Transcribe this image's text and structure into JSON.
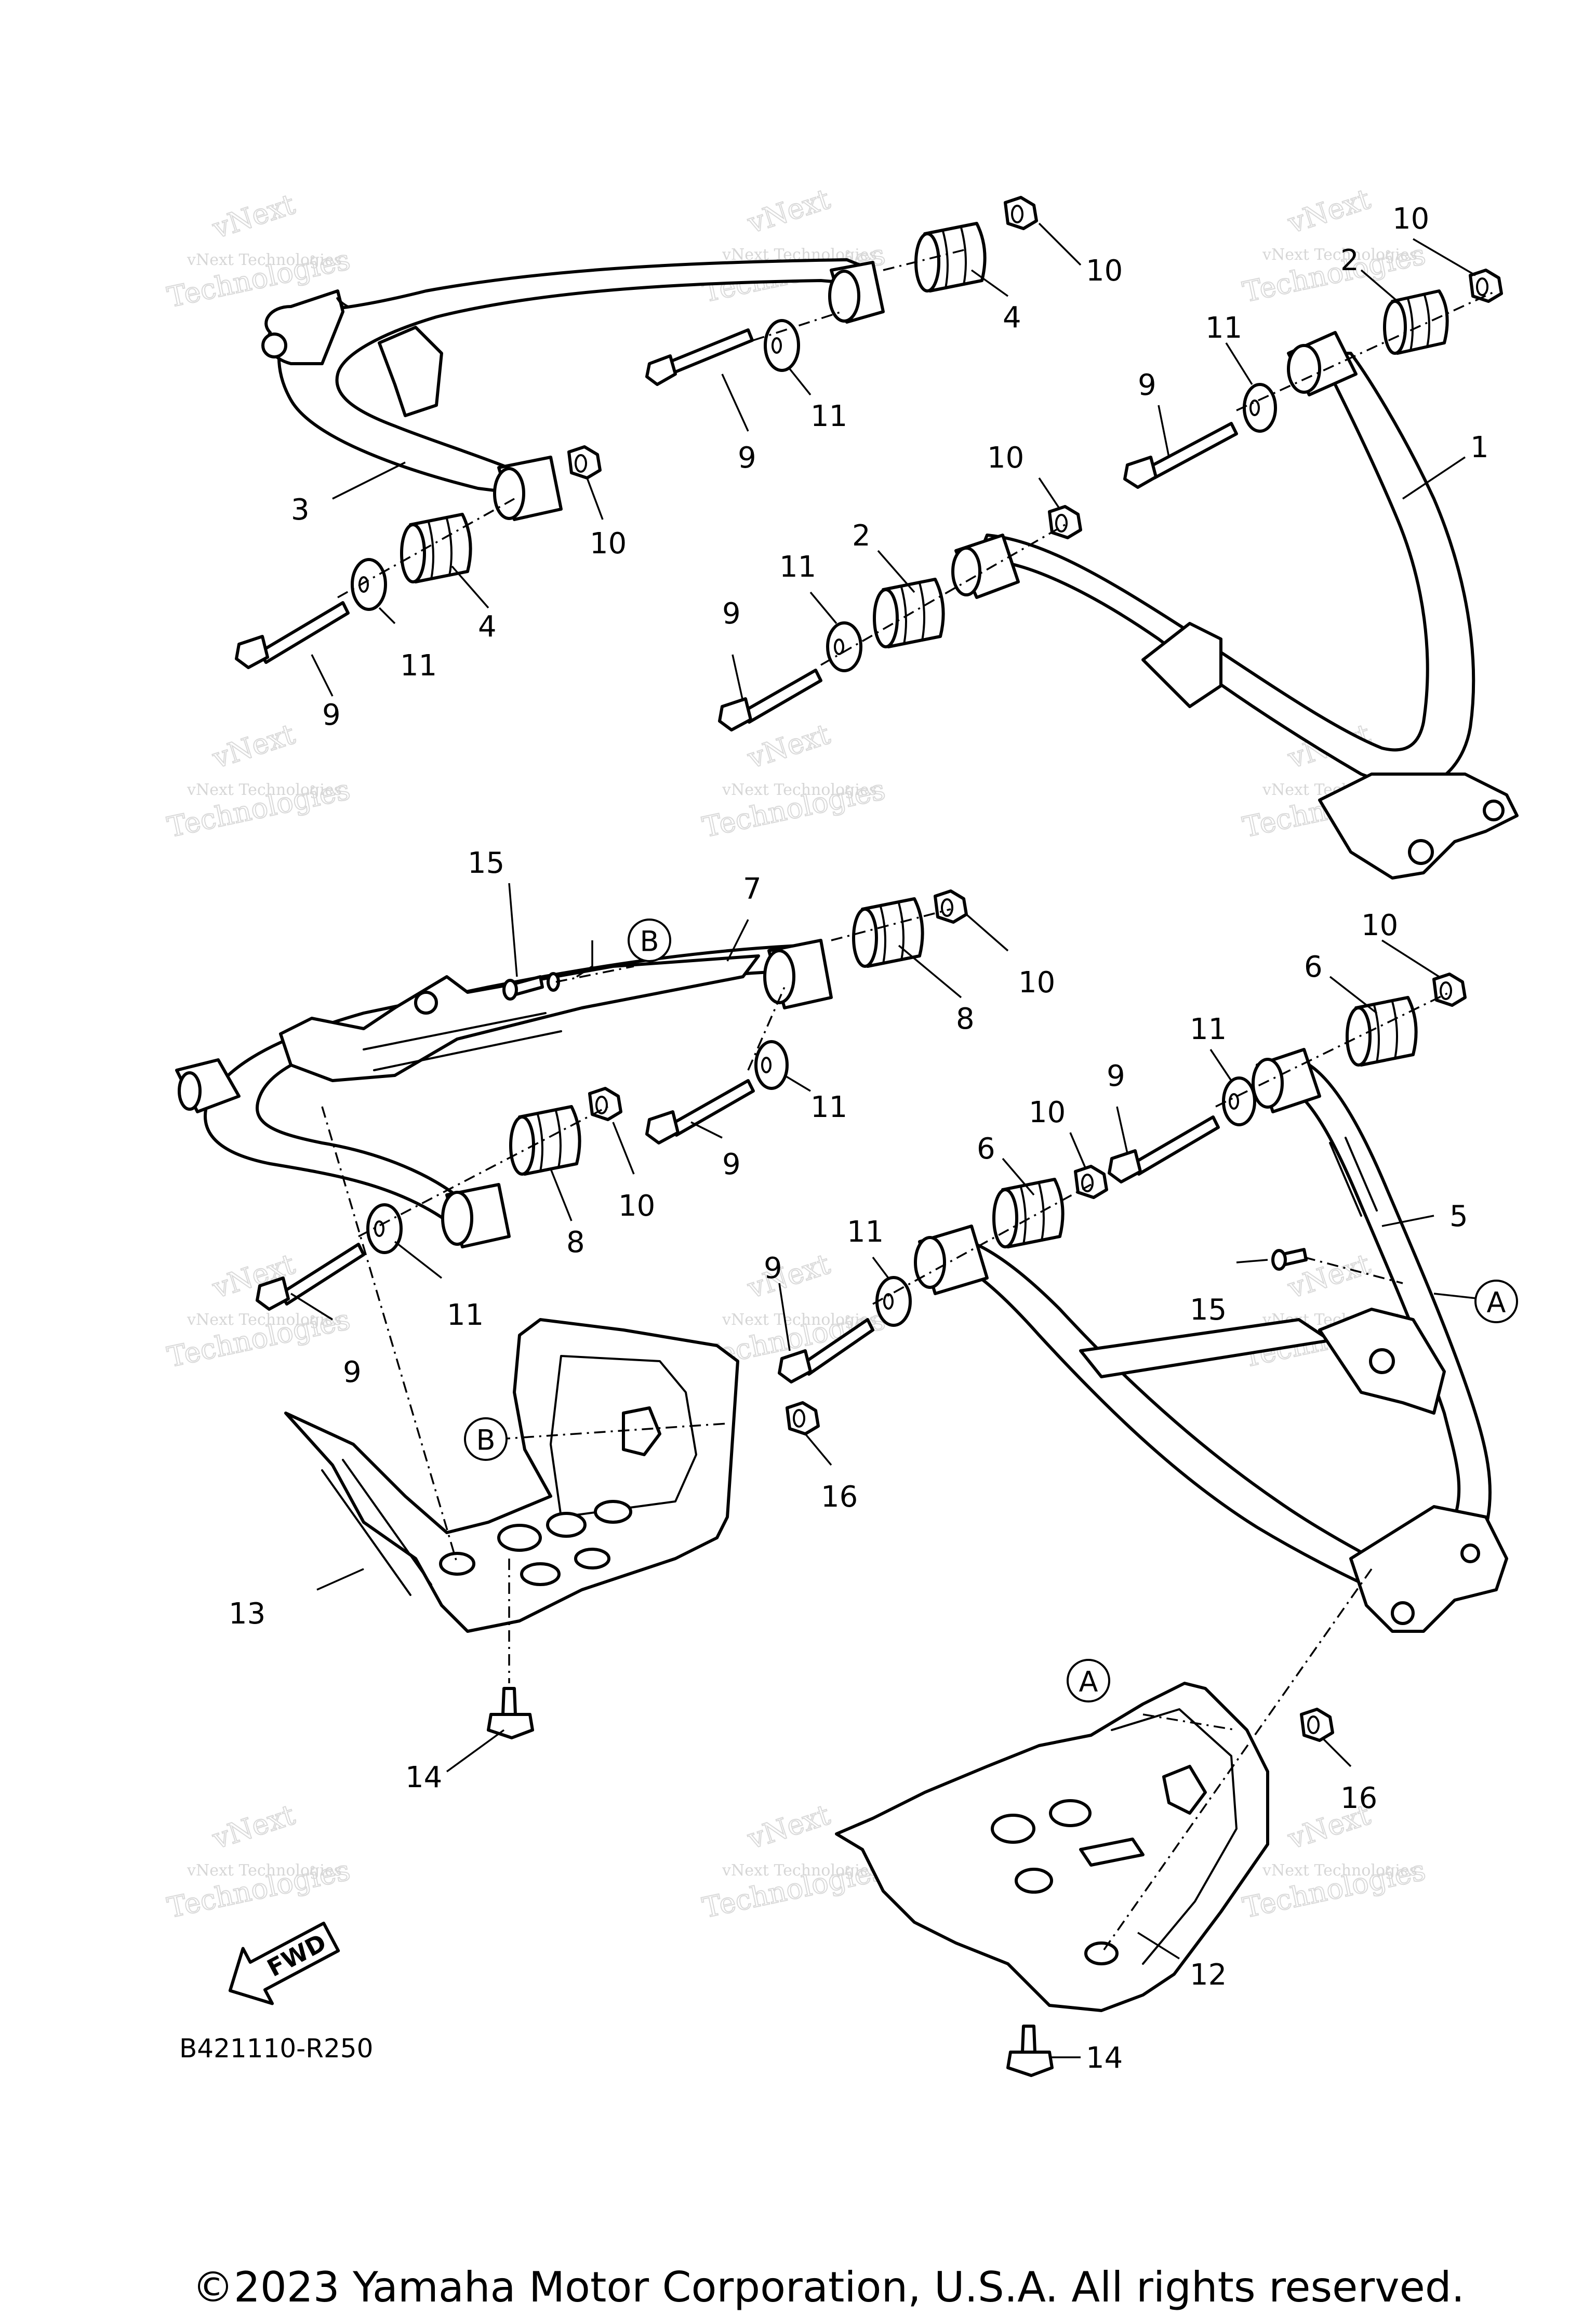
{
  "diagram": {
    "part_numbers": [
      "1",
      "2",
      "3",
      "4",
      "5",
      "6",
      "7",
      "8",
      "9",
      "10",
      "11",
      "12",
      "13",
      "14",
      "15",
      "16"
    ],
    "reference_marks": [
      "A",
      "B"
    ],
    "diagram_code": "B421110-R250",
    "direction_label": "FWD",
    "copyright": "©2023 Yamaha Motor Corporation, U.S.A. All rights reserved.",
    "watermark": {
      "line1": "vNext Technologies",
      "line2": "vNext",
      "line3": "Technologies"
    }
  },
  "colors": {
    "line": "#000000",
    "background": "#ffffff",
    "watermark": "#d6d6d6"
  }
}
